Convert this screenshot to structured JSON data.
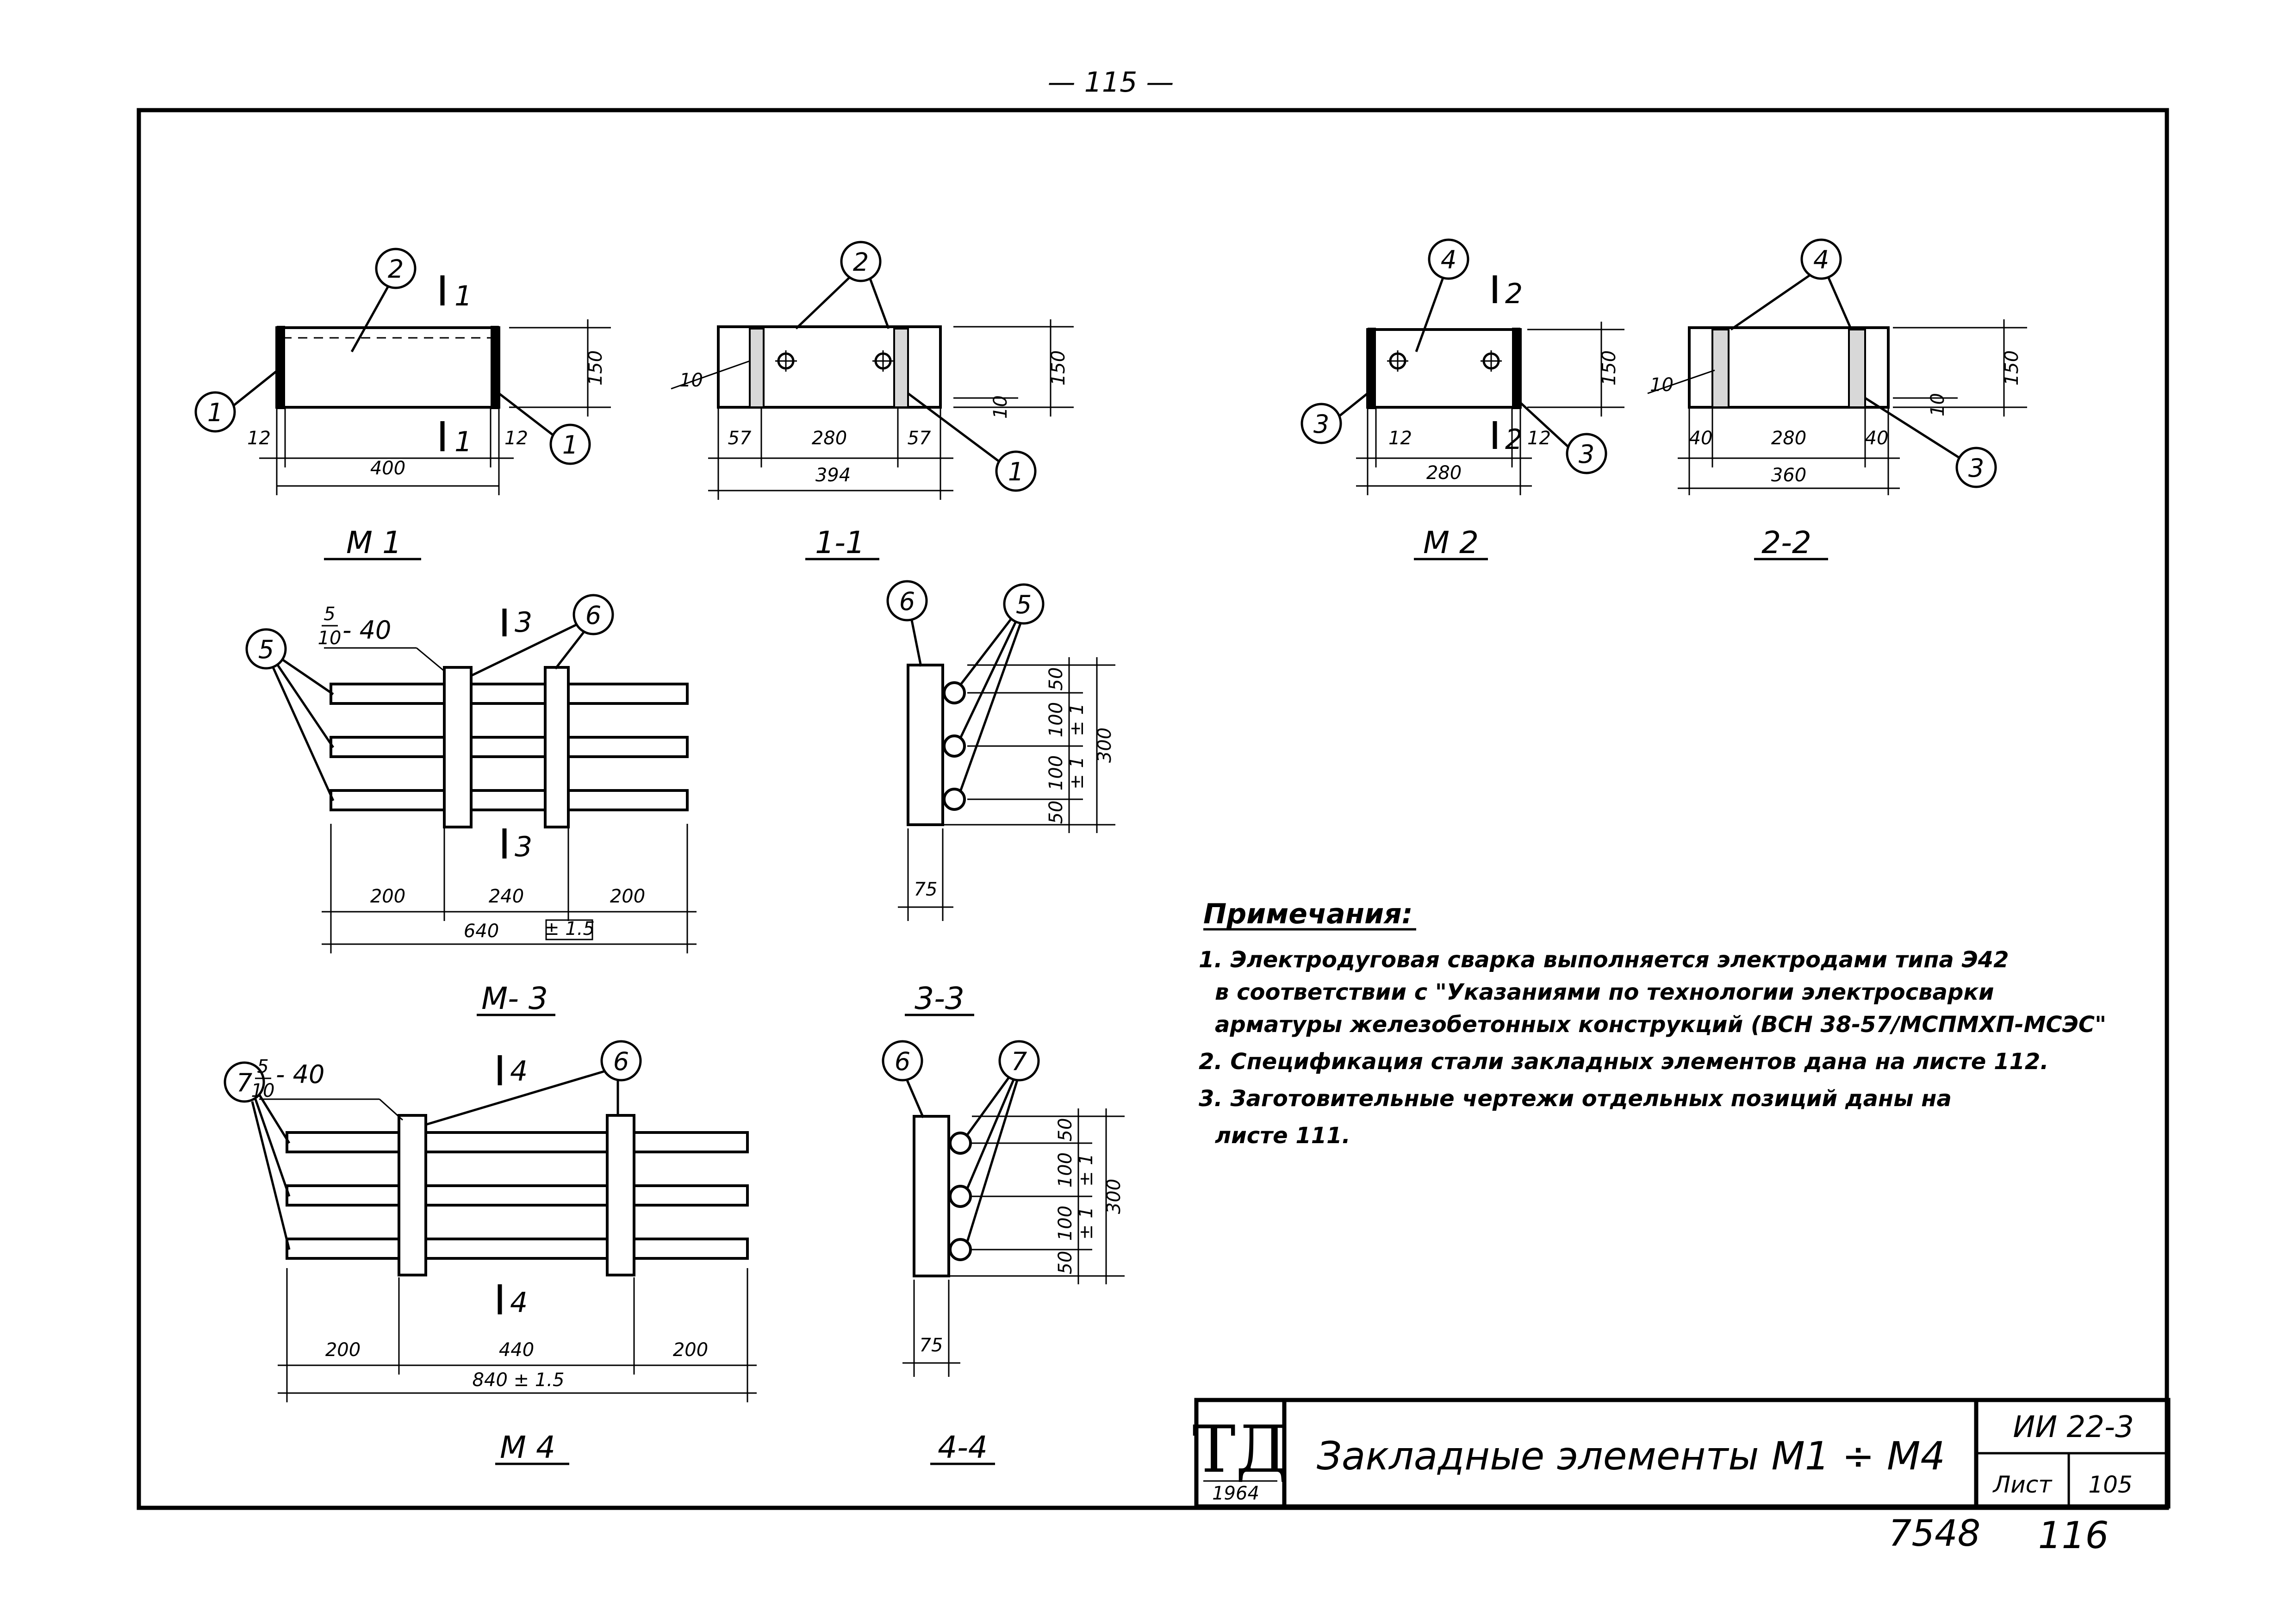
{
  "page_number": "— 115 —",
  "views": {
    "m1": {
      "caption": "М 1",
      "callouts": [
        "1",
        "2",
        "1"
      ],
      "section_mark": "1",
      "dims": {
        "height": "150",
        "left_end": "12",
        "right_end": "12",
        "length": "400"
      }
    },
    "s11": {
      "caption": "1-1",
      "callouts": [
        "2",
        "1"
      ],
      "dims": {
        "weld": "10",
        "height": "150",
        "gap": "10",
        "left": "57",
        "mid": "280",
        "right": "57",
        "total": "394"
      }
    },
    "m2": {
      "caption": "М 2",
      "callouts": [
        "4",
        "3",
        "3"
      ],
      "section_mark": "2",
      "dims": {
        "height": "150",
        "left_end": "12",
        "right_end": "12",
        "length": "280"
      }
    },
    "s22": {
      "caption": "2-2",
      "callouts": [
        "4",
        "3"
      ],
      "dims": {
        "weld": "10",
        "height": "150",
        "gap": "10",
        "left": "40",
        "mid": "280",
        "right": "40",
        "total": "360"
      }
    },
    "m3": {
      "caption": "М- 3",
      "callouts": [
        "5",
        "6"
      ],
      "section_mark": "3",
      "weld_label_num": "5",
      "weld_label_den": "10",
      "weld_label_len": "- 40",
      "dims": {
        "left": "200",
        "mid": "240",
        "right": "200",
        "total": "640",
        "tol": "± 1.5"
      }
    },
    "s33": {
      "caption": "3-3",
      "callouts": [
        "6",
        "5"
      ],
      "dims": {
        "top": "50",
        "g1": "100",
        "g2": "100",
        "bottom": "50",
        "total": "300",
        "tol1": "± 1",
        "tol2": "± 1",
        "width": "75"
      }
    },
    "m4": {
      "caption": "М 4",
      "callouts": [
        "7",
        "6"
      ],
      "section_mark": "4",
      "weld_label_num": "5",
      "weld_label_den": "10",
      "weld_label_len": "- 40",
      "dims": {
        "left": "200",
        "mid": "440",
        "right": "200",
        "total": "840 ± 1.5"
      }
    },
    "s44": {
      "caption": "4-4",
      "callouts": [
        "6",
        "7"
      ],
      "dims": {
        "top": "50",
        "g1": "100",
        "g2": "100",
        "bottom": "50",
        "total": "300",
        "tol1": "± 1",
        "tol2": "± 1",
        "width": "75"
      }
    }
  },
  "notes": {
    "heading": "Примечания:",
    "lines": [
      "1. Электродуговая сварка выполняется электродами типа Э42",
      "в соответствии с \"Указаниями по технологии электросварки",
      "арматуры железобетонных конструкций (ВСН 38-57/МСПМХП-МСЭС\"",
      "2. Спецификация стали закладных элементов дана на листе 112.",
      "3. Заготовительные чертежи отдельных позиций даны на",
      "листе 111."
    ]
  },
  "title_block": {
    "logo": "ТД",
    "year": "1964",
    "title": "Закладные элементы М1 ÷ М4",
    "series": "ИИ 22-3",
    "sheet_label": "Лист",
    "sheet_number": "105"
  },
  "footer": {
    "archive_number": "7548",
    "page": "116"
  }
}
